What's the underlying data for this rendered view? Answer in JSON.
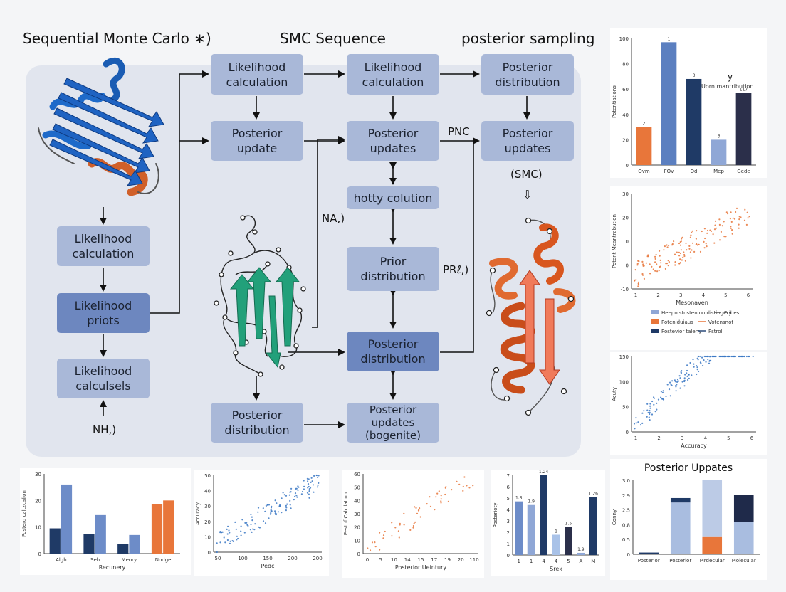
{
  "headers": {
    "left": "Sequential Monte Carlo ∗)",
    "middle": "SMC Sequence",
    "right": "posterior sampling"
  },
  "boxes": {
    "left_lh_calc": "Likelihood\ncalculation",
    "left_lh_priots": "Likelihood\npriots",
    "left_lh_calculsels": "Likelihood\ncalculsels",
    "c1_lh_calc": "Likelihood\ncalculation",
    "c1_post_update": "Posterior\nupdate",
    "c1_post_dist": "Posterior\ndistribution",
    "c2_lh_calc": "Likelihood\ncalculation",
    "c2_post_updates": "Posterior\nupdates",
    "c2_hotty": "hotty colution",
    "c2_prior": "Prior\ndistribution",
    "c2_post_dist": "Posterior\ndistribution",
    "c2_post_updates_bog": "Posterior\nupdates\n(bogenite)",
    "c3_post_dist": "Posterior\ndistribution",
    "c3_post_updates": "Posterior\nupdates"
  },
  "labels": {
    "nh": "NH,)",
    "na": "NA,)",
    "pnc": "PNC",
    "pr": "PRℓ,)",
    "smc": "(SMC)",
    "down_arrow": "⇩"
  },
  "colors": {
    "panel": "#e1e5ee",
    "box": "#a9b8d8",
    "box_dark": "#6d87bf",
    "orange": "#e8763a",
    "blue_light": "#8fa7d6",
    "blue_mid": "#5b7fc0",
    "navy": "#1f3a66",
    "dark": "#2b2f4a"
  },
  "chart_data": [
    {
      "type": "bar",
      "categories": [
        "Ovm",
        "FOv",
        "Od",
        "Mep",
        "Gede"
      ],
      "values": [
        30,
        97,
        68,
        20,
        57
      ],
      "value_labels": [
        "2",
        "1",
        "3",
        "3",
        "117"
      ],
      "colors": [
        "#e8763a",
        "#5b7fc0",
        "#1f3a66",
        "#8fa7d6",
        "#2b2f4a"
      ],
      "ylim": [
        0,
        100
      ],
      "yticks": [
        "0",
        "20",
        "40",
        "60",
        "80",
        "100"
      ],
      "ylabel": "Potentiations",
      "annotation_main": "y",
      "annotation_sub": "Uorn mantribution"
    },
    {
      "type": "scatter",
      "series": [
        {
          "color": "#e8763a",
          "points": 150,
          "slope_start": 7,
          "slope_end": 40
        }
      ],
      "xticks": [
        "1",
        "2",
        "3",
        "4",
        "5",
        "6"
      ],
      "yticks": [
        "-10",
        "0",
        "10",
        "20",
        "30"
      ],
      "xlabel": "Mesonaven",
      "ylabel": "Potent Meantrabution",
      "legend": [
        {
          "label": "Heepo stostenion distingery",
          "color": "#8fa7d6",
          "kind": "bar"
        },
        {
          "label": "Poteniduiaus",
          "color": "#e8763a",
          "kind": "bar"
        },
        {
          "label": "Postevior taleny",
          "color": "#1f3a66",
          "kind": "bar"
        },
        {
          "label": "Pribes",
          "color": "#555555",
          "kind": "line"
        },
        {
          "label": "Votensnot",
          "color": "#e8763a",
          "kind": "line"
        },
        {
          "label": "Pstrol",
          "color": "#2b4a7a",
          "kind": "line"
        }
      ]
    },
    {
      "type": "scatter",
      "series": [
        {
          "color": "#3b78c4",
          "points": 170,
          "slope_start": 5,
          "slope_end": 80
        }
      ],
      "xticks": [
        "1",
        "2",
        "3",
        "4",
        "5",
        "6"
      ],
      "yticks": [
        "0",
        "50",
        "100",
        "150"
      ],
      "xlabel": "Accuracy",
      "ylabel": "Acuty"
    },
    {
      "type": "bar",
      "categories": [
        "Algh",
        "Seh",
        "Meory",
        "Nodge"
      ],
      "series": [
        {
          "values": [
            9.5,
            7.5,
            3.6,
            18.5
          ],
          "colors": [
            "#1f3a66",
            "#1f3a66",
            "#1f3a66",
            "#e8763a"
          ]
        },
        {
          "values": [
            26,
            14.5,
            7.0,
            20
          ],
          "colors": [
            "#6d8cc8",
            "#6d8cc8",
            "#6d8cc8",
            "#e8763a"
          ]
        }
      ],
      "ylim": [
        0,
        30
      ],
      "yticks": [
        "0",
        "10",
        "20",
        "30"
      ],
      "xlabel": "Recunery",
      "ylabel": "Posterd caltzcalion"
    },
    {
      "type": "scatter",
      "series": [
        {
          "color": "#3b78c4",
          "points": 130,
          "slope_start": 6,
          "slope_end": 46
        }
      ],
      "xticks": [
        "50",
        "100",
        "150",
        "200",
        "200"
      ],
      "yticks": [
        "0",
        "10",
        "20",
        "30",
        "40",
        "50"
      ],
      "xlabel": "Pedc",
      "ylabel": "Accuracy"
    },
    {
      "type": "scatter",
      "series": [
        {
          "color": "#e8763a",
          "points": 55,
          "slope_start": 3,
          "slope_end": 48
        }
      ],
      "xticks": [
        "0",
        "5",
        "10",
        "14",
        "15",
        "17",
        "19",
        "20",
        "110"
      ],
      "yticks": [
        "0",
        "10",
        "20",
        "30",
        "40",
        "50",
        "60"
      ],
      "xlabel": "Posterior Ueintury",
      "ylabel": "Pestof Calcilation"
    },
    {
      "type": "bar",
      "categories": [
        "1",
        "1",
        "4",
        "4",
        "5",
        "A",
        "M"
      ],
      "values": [
        0.74,
        0.69,
        1.1,
        0.28,
        0.39,
        0.03,
        0.8
      ],
      "value_labels": [
        "1.8",
        "1.9",
        "1.24",
        "1",
        "1.5",
        "1.9",
        "1.26"
      ],
      "colors": [
        "#6d8cc8",
        "#8fa7d6",
        "#1f3a66",
        "#a9c2e8",
        "#2b2f4a",
        "#8fa7d6",
        "#1f3a66"
      ],
      "ylim": [
        0,
        1.1
      ],
      "yticks": [
        "0",
        "1",
        "2",
        "3",
        "4",
        "5",
        "6",
        "7"
      ],
      "xlabel": "Srek",
      "ylabel": "Posterioty"
    },
    {
      "type": "bar",
      "title": "Posterior Uppates",
      "categories": [
        "Posterior",
        "Posterior",
        "Mrdecular",
        "Molecular"
      ],
      "stacks": [
        [
          {
            "value": 0.7,
            "color": "#1f3a66"
          }
        ],
        [
          {
            "value": 21,
            "color": "#a9bde0"
          },
          {
            "value": 1.8,
            "color": "#1f3a66"
          }
        ],
        [
          {
            "value": 7,
            "color": "#e8763a"
          },
          {
            "value": 23,
            "color": "#bccbe6"
          }
        ],
        [
          {
            "value": 13,
            "color": "#a9bde0"
          },
          {
            "value": 11,
            "color": "#1f2a4a"
          }
        ]
      ],
      "ylim": [
        0,
        30
      ],
      "yticks": [
        "0",
        "0.5",
        "0.8",
        "2.5",
        "2.9",
        "3.0"
      ],
      "ylabel": "Conny"
    }
  ]
}
